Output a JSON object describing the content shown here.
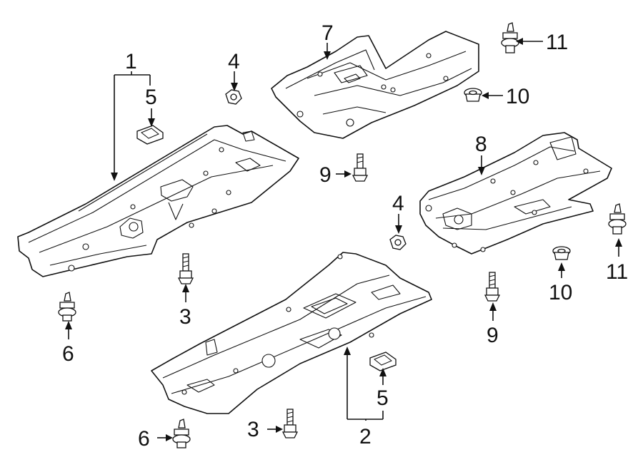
{
  "callouts": {
    "c1": "1",
    "c2": "2",
    "c3a": "3",
    "c3b": "3",
    "c4a": "4",
    "c4b": "4",
    "c5a": "5",
    "c5b": "5",
    "c6a": "6",
    "c6b": "6",
    "c7": "7",
    "c8": "8",
    "c9a": "9",
    "c9b": "9",
    "c10a": "10",
    "c10b": "10",
    "c11a": "11",
    "c11b": "11"
  },
  "colors": {
    "line": "#111111",
    "background": "#ffffff"
  }
}
